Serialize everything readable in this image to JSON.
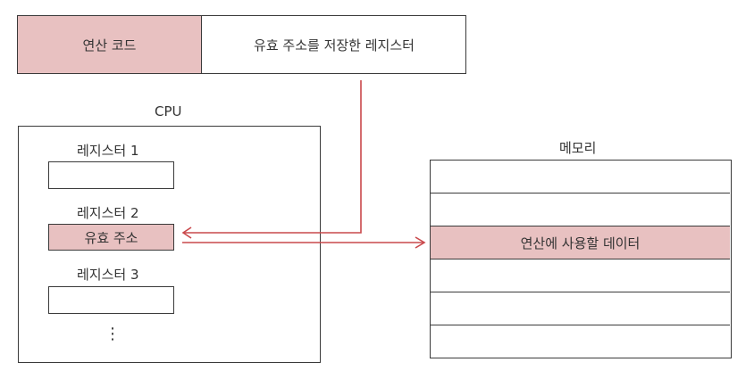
{
  "instruction": {
    "opcode": "연산 코드",
    "operand": "유효 주소를 저장한 레지스터"
  },
  "cpu": {
    "title": "CPU",
    "registers": [
      {
        "label": "레지스터 1",
        "value": ""
      },
      {
        "label": "레지스터 2",
        "value": "유효 주소"
      },
      {
        "label": "레지스터 3",
        "value": ""
      }
    ],
    "ellipsis": "⋮"
  },
  "memory": {
    "title": "메모리",
    "cells": [
      "",
      "",
      "연산에 사용할 데이터",
      "",
      "",
      ""
    ]
  },
  "colors": {
    "highlight": "#e8c1c1",
    "arrow": "#c9484b",
    "stroke": "#3a3a3a"
  }
}
